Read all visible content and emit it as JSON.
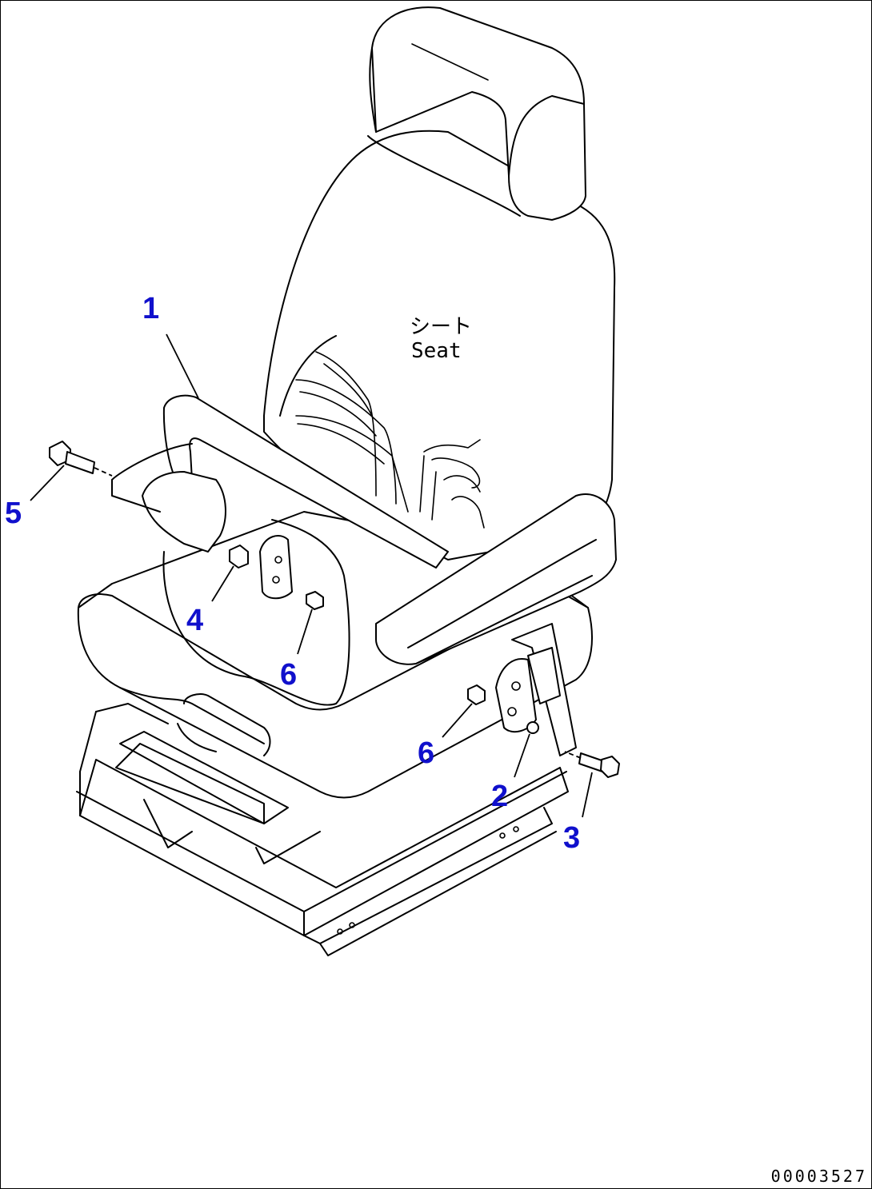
{
  "colors": {
    "callout": "#1010cc",
    "line": "#000000"
  },
  "seat_label_jp": "シート",
  "seat_label_en": "Seat",
  "callouts": [
    {
      "id": "1",
      "label": "1"
    },
    {
      "id": "2",
      "label": "2"
    },
    {
      "id": "3",
      "label": "3"
    },
    {
      "id": "4",
      "label": "4"
    },
    {
      "id": "5",
      "label": "5"
    },
    {
      "id": "6a",
      "label": "6"
    },
    {
      "id": "6b",
      "label": "6"
    }
  ],
  "drawing_code": "00003527"
}
